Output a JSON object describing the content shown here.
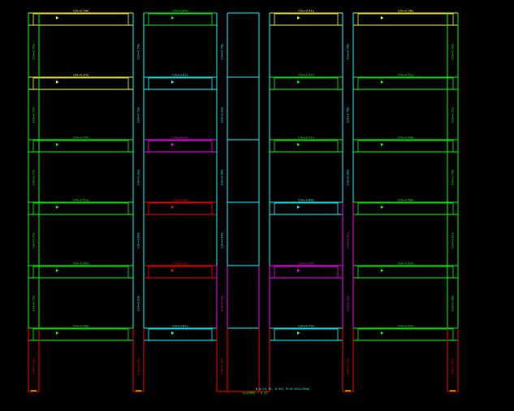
{
  "colors": {
    "background": "#000000",
    "ratio_ok": "#00ff00",
    "ratio_mid": "#00ffff",
    "ratio_high": "#ffff00",
    "ratio_warn": "#ff00ff",
    "ratio_fail": "#ff0000"
  },
  "beams": [
    {
      "row": 0,
      "bay": 0,
      "label": "C/H=0.34e",
      "status": "high"
    },
    {
      "row": 0,
      "bay": 1,
      "label": "C/H=0.40e",
      "status": "ok"
    },
    {
      "row": 0,
      "bay": 3,
      "label": "C/H=0.41e",
      "status": "high"
    },
    {
      "row": 0,
      "bay": 4,
      "label": "C/H=0.38e",
      "status": "high"
    },
    {
      "row": 1,
      "bay": 0,
      "label": "C/H=0.47e",
      "status": "high"
    },
    {
      "row": 1,
      "bay": 1,
      "label": "C/H=0.81e",
      "status": "mid"
    },
    {
      "row": 1,
      "bay": 3,
      "label": "C/H=0.47e",
      "status": "ok"
    },
    {
      "row": 1,
      "bay": 4,
      "label": "C/H=0.51e",
      "status": "ok"
    },
    {
      "row": 2,
      "bay": 0,
      "label": "C/H=0.55e",
      "status": "ok"
    },
    {
      "row": 2,
      "bay": 1,
      "label": "C/H=0.92e",
      "status": "warn"
    },
    {
      "row": 2,
      "bay": 3,
      "label": "C/H=0.71e",
      "status": "ok"
    },
    {
      "row": 2,
      "bay": 4,
      "label": "C/H=0.58e",
      "status": "ok"
    },
    {
      "row": 3,
      "bay": 0,
      "label": "C/H=0.61e",
      "status": "ok"
    },
    {
      "row": 3,
      "bay": 1,
      "label": "C/H=1.06e",
      "status": "fail"
    },
    {
      "row": 3,
      "bay": 3,
      "label": "C/H=0.88e",
      "status": "mid"
    },
    {
      "row": 3,
      "bay": 4,
      "label": "C/H=0.66e",
      "status": "ok"
    },
    {
      "row": 4,
      "bay": 0,
      "label": "C/H=0.65e",
      "status": "ok"
    },
    {
      "row": 4,
      "bay": 1,
      "label": "C/H=1.10e",
      "status": "fail"
    },
    {
      "row": 4,
      "bay": 3,
      "label": "C/H=0.93e",
      "status": "warn"
    },
    {
      "row": 4,
      "bay": 4,
      "label": "C/H=0.67e",
      "status": "ok"
    },
    {
      "row": 5,
      "bay": 0,
      "label": "C/H=0.56e",
      "status": "ok"
    },
    {
      "row": 5,
      "bay": 1,
      "label": "C/H=0.81e",
      "status": "mid"
    },
    {
      "row": 5,
      "bay": 3,
      "label": "C/H=0.79e",
      "status": "mid"
    },
    {
      "row": 5,
      "bay": 4,
      "label": "C/H=0.57e",
      "status": "ok"
    }
  ],
  "columns": [
    {
      "story": 0,
      "line": 0,
      "label": "C/H=0.60e",
      "status": "ok"
    },
    {
      "story": 0,
      "line": 1,
      "label": "C/H=0.76e",
      "status": "mid"
    },
    {
      "story": 0,
      "line": 2,
      "label": "C/H=0.78e",
      "status": "mid"
    },
    {
      "story": 0,
      "line": 4,
      "label": "C/H=0.76e",
      "status": "mid"
    },
    {
      "story": 0,
      "line": 5,
      "label": "C/H=0.62e",
      "status": "ok"
    },
    {
      "story": 1,
      "line": 0,
      "label": "C/H=0.70e",
      "status": "ok"
    },
    {
      "story": 1,
      "line": 1,
      "label": "C/H=0.79e",
      "status": "mid"
    },
    {
      "story": 1,
      "line": 2,
      "label": "C/H=0.83e",
      "status": "mid"
    },
    {
      "story": 1,
      "line": 4,
      "label": "C/H=0.78e",
      "status": "mid"
    },
    {
      "story": 1,
      "line": 5,
      "label": "C/H=0.71e",
      "status": "ok"
    },
    {
      "story": 2,
      "line": 0,
      "label": "C/H=0.77e",
      "status": "ok"
    },
    {
      "story": 2,
      "line": 1,
      "label": "C/H=0.82e",
      "status": "mid"
    },
    {
      "story": 2,
      "line": 2,
      "label": "C/H=0.86e",
      "status": "mid"
    },
    {
      "story": 2,
      "line": 4,
      "label": "C/H=0.85e",
      "status": "mid"
    },
    {
      "story": 2,
      "line": 5,
      "label": "C/H=0.78e",
      "status": "ok"
    },
    {
      "story": 3,
      "line": 0,
      "label": "C/H=0.75e",
      "status": "ok"
    },
    {
      "story": 3,
      "line": 1,
      "label": "C/H=0.84e",
      "status": "mid"
    },
    {
      "story": 3,
      "line": 2,
      "label": "C/H=0.84e",
      "status": "mid"
    },
    {
      "story": 3,
      "line": 4,
      "label": "C/H=0.91e",
      "status": "warn"
    },
    {
      "story": 3,
      "line": 5,
      "label": "C/H=0.81e",
      "status": "ok"
    },
    {
      "story": 4,
      "line": 0,
      "label": "C/H=0.72e",
      "status": "ok"
    },
    {
      "story": 4,
      "line": 1,
      "label": "C/H=0.83e",
      "status": "mid"
    },
    {
      "story": 4,
      "line": 2,
      "label": "C/H=0.92e",
      "status": "warn"
    },
    {
      "story": 4,
      "line": 4,
      "label": "C/H=0.93e",
      "status": "warn"
    },
    {
      "story": 4,
      "line": 5,
      "label": "C/H=0.84e",
      "status": "ok"
    },
    {
      "story": 5,
      "line": 0,
      "label": "C/H=1.11e",
      "status": "fail"
    },
    {
      "story": 5,
      "line": 1,
      "label": "C/H=1.15e",
      "status": "fail"
    },
    {
      "story": 5,
      "line": 2,
      "label": "C/H=1.18e",
      "status": "fail"
    },
    {
      "story": 5,
      "line": 4,
      "label": "C/H=1.12e",
      "status": "fail"
    },
    {
      "story": 5,
      "line": 5,
      "label": "C/H=1.09e",
      "status": "fail"
    }
  ],
  "notes": {
    "line1": "N,b=(0.39, 0.35) Pr=0.0312(Mud)",
    "line2": "~Gp1@M96 = 0.44"
  }
}
